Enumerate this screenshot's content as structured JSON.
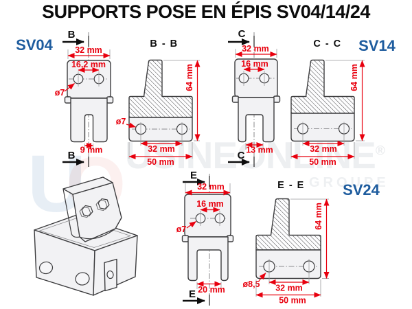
{
  "title": "SUPPORTS POSE EN ÉPIS SV04/14/24",
  "colors": {
    "dimension_red": "#e8000e",
    "label_blue": "#1e5c9e",
    "line": "#3c3c3e"
  },
  "views": {
    "sv04": {
      "label": "SV04",
      "section_top": "B",
      "section_bottom": "B",
      "dim_width": "32 mm",
      "dim_holes": "16,2 mm",
      "dim_hole_dia": "ø7",
      "dim_slot": "9 mm"
    },
    "bb": {
      "label": "B - B",
      "dim_height": "64 mm",
      "dim_hole_dia": "ø7",
      "dim_holes": "32 mm",
      "dim_width": "50 mm"
    },
    "sv14": {
      "label": "SV14",
      "section_top": "C",
      "section_bottom": "C",
      "dim_width": "32 mm",
      "dim_holes": "16 mm",
      "dim_slot": "13 mm"
    },
    "cc": {
      "label": "C - C",
      "dim_height": "64 mm",
      "dim_holes": "32 mm",
      "dim_width": "50 mm"
    },
    "sv24": {
      "label": "SV24",
      "section_top": "E",
      "section_bottom": "E",
      "dim_width": "32 mm",
      "dim_holes": "16 mm",
      "dim_hole_dia": "ø7",
      "dim_slot": "20 mm"
    },
    "ee": {
      "label": "E - E",
      "dim_height": "64 mm",
      "dim_hole_dia": "ø8,5",
      "dim_holes": "32 mm",
      "dim_width": "50 mm"
    }
  },
  "watermark": {
    "brand": "USINEONLINE",
    "registered": "®",
    "groupe": "GROUPE",
    "logo_u": "U",
    "logo_o": "O"
  }
}
